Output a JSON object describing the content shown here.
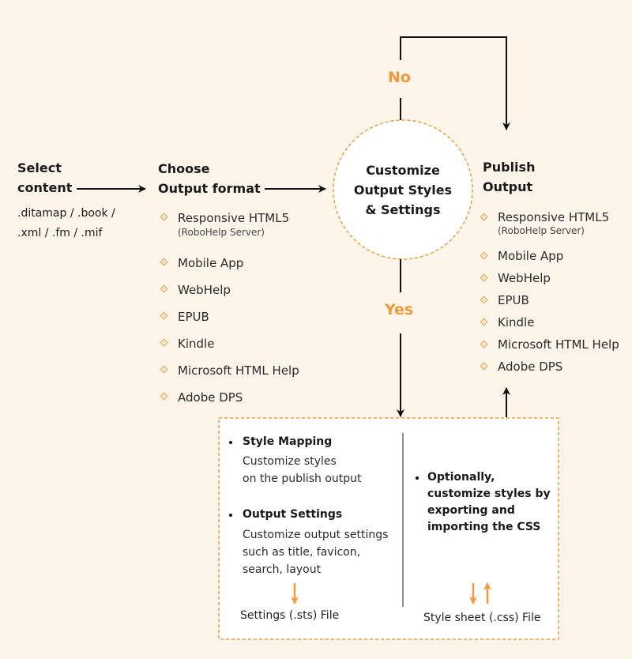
{
  "select": {
    "title": [
      "Select",
      "content"
    ],
    "formats": [
      ".ditamap / .book /",
      ".xml / .fm / .mif"
    ]
  },
  "choose": {
    "title": [
      "Choose",
      "Output format"
    ],
    "items": [
      {
        "label": "Responsive HTML5",
        "note": "(RoboHelp Server)"
      },
      {
        "label": "Mobile App"
      },
      {
        "label": "WebHelp"
      },
      {
        "label": "EPUB"
      },
      {
        "label": "Kindle"
      },
      {
        "label": "Microsoft HTML Help"
      },
      {
        "label": "Adobe DPS"
      }
    ]
  },
  "customize": {
    "title": [
      "Customize",
      "Output Styles",
      "& Settings"
    ],
    "no_label": "No",
    "yes_label": "Yes"
  },
  "publish": {
    "title": [
      "Publish",
      "Output"
    ],
    "items": [
      {
        "label": "Responsive HTML5",
        "note": "(RoboHelp Server)"
      },
      {
        "label": "Mobile App"
      },
      {
        "label": "WebHelp"
      },
      {
        "label": "EPUB"
      },
      {
        "label": "Kindle"
      },
      {
        "label": "Microsoft HTML Help"
      },
      {
        "label": "Adobe DPS"
      }
    ]
  },
  "settings_box": {
    "style_mapping": {
      "heading": "Style Mapping",
      "desc": [
        "Customize styles",
        "on the publish output"
      ]
    },
    "output_settings": {
      "heading": "Output Settings",
      "desc": [
        "Customize output settings",
        "such as title, favicon,",
        "search, layout"
      ]
    },
    "settings_file": "Settings (.sts) File",
    "css_note": [
      "Optionally,",
      "customize styles by",
      "exporting and",
      "importing the CSS"
    ],
    "css_file": "Style sheet (.css) File"
  },
  "colors": {
    "background": "#fdf4ea",
    "accent": "#f39a3a",
    "ink": "#111111"
  }
}
